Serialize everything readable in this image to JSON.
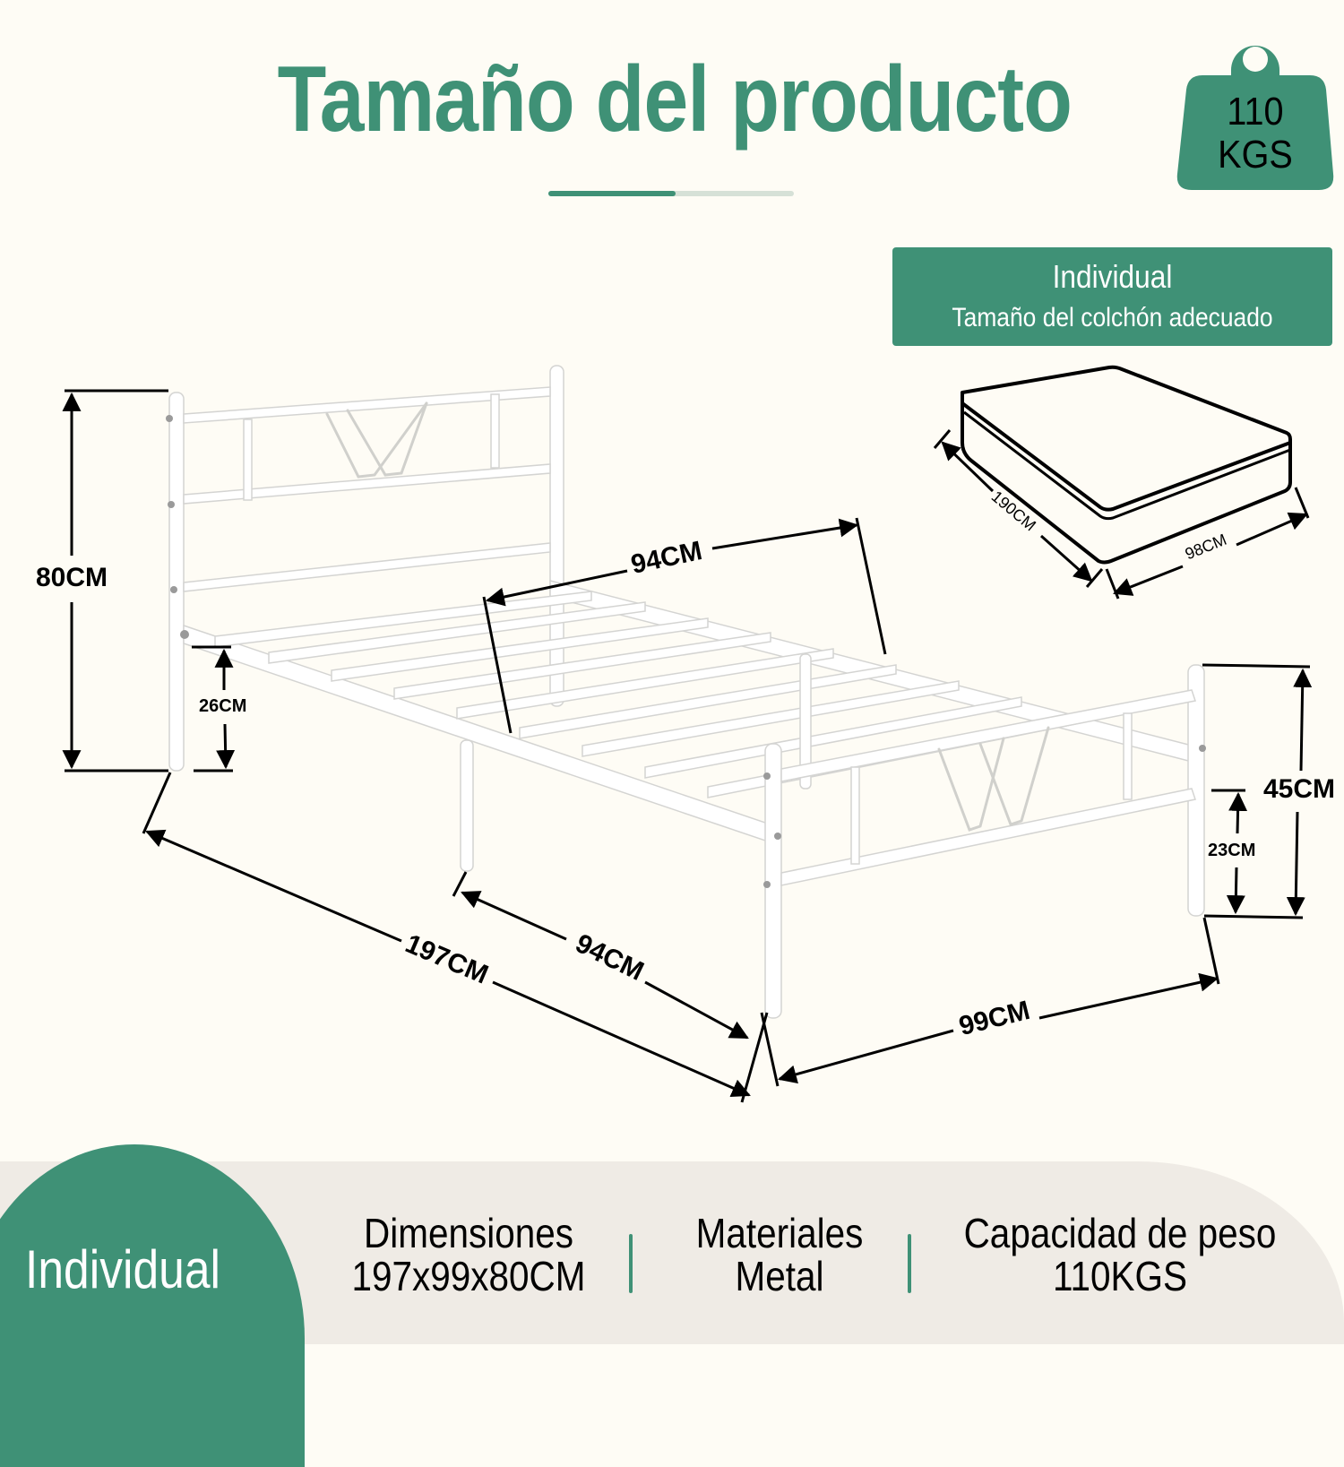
{
  "header": {
    "title": "Tamaño del producto",
    "progress_fraction": 0.52
  },
  "weight_badge": {
    "icon": "weight-icon",
    "line1": "110",
    "line2": "KGS",
    "color": "#3f9176"
  },
  "mattress_box": {
    "title": "Individual",
    "subtitle": "Tamaño del colchón adecuado",
    "color": "#3f9176"
  },
  "mattress_dimensions": {
    "length": "190CM",
    "width": "98CM"
  },
  "bed_dimensions": {
    "headboard_height": "80CM",
    "under_bed_clearance": "26CM",
    "inner_width": "94CM",
    "total_length": "197CM",
    "leg_spacing": "94CM",
    "total_width": "99CM",
    "footboard_height": "45CM",
    "footboard_clearance": "23CM"
  },
  "footer": {
    "size_label": "Individual",
    "stats": [
      {
        "label": "Dimensiones",
        "value": "197x99x80CM"
      },
      {
        "label": "Materiales",
        "value": "Metal"
      },
      {
        "label": "Capacidad de peso",
        "value": "110KGS"
      }
    ],
    "accent": "#3f9176",
    "band_color": "#efebe5"
  }
}
